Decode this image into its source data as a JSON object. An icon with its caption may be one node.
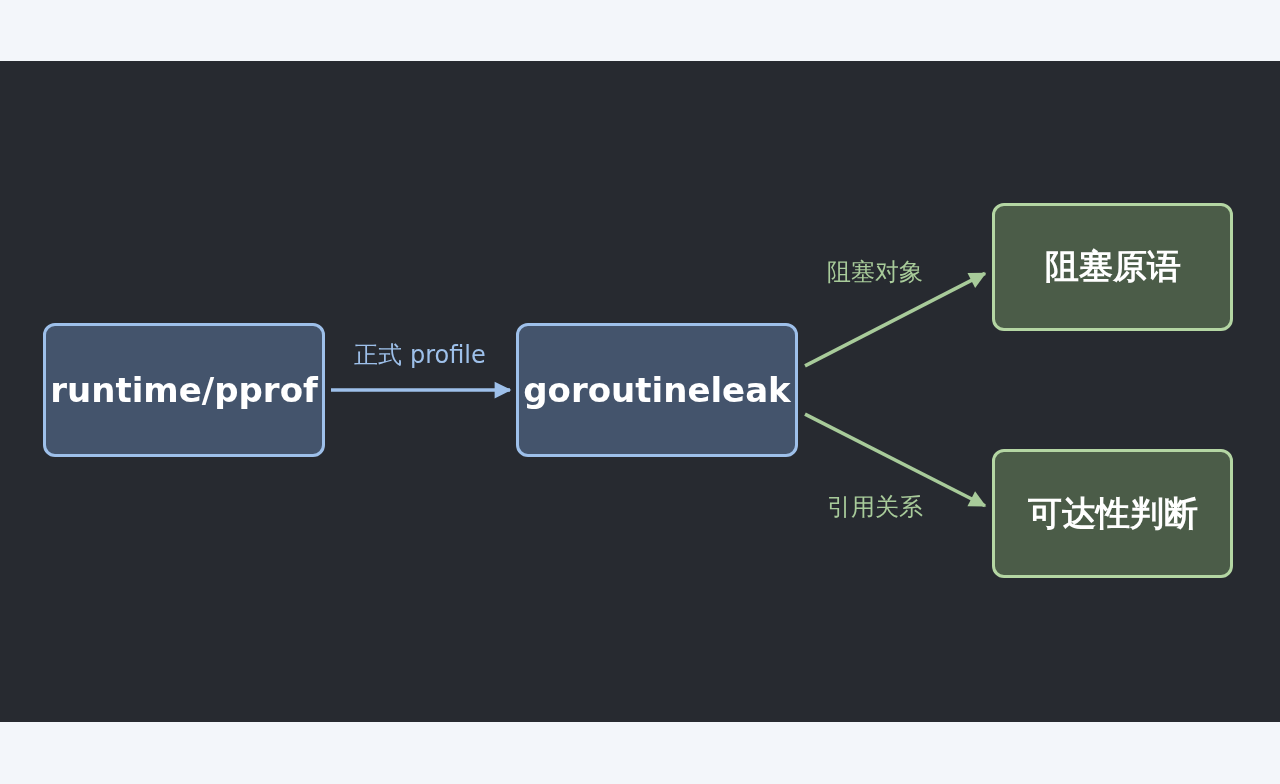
{
  "diagram": {
    "nodes": [
      {
        "text": [
          "runtime/pprof"
        ]
      },
      {
        "text": [
          "goroutineleak"
        ]
      },
      {
        "text": [
          "阻塞原语"
        ]
      },
      {
        "text": [
          "可达性判断"
        ]
      }
    ],
    "edges": [
      {
        "from": 0,
        "to": 1,
        "arrow": "to",
        "label": "正式 profile",
        "color": "#9ec0ea"
      },
      {
        "from": 1,
        "to": 2,
        "arrow": "to",
        "label": "阻塞对象"
      },
      {
        "from": 1,
        "to": 3,
        "arrow": "to",
        "label": "引用关系"
      }
    ]
  }
}
